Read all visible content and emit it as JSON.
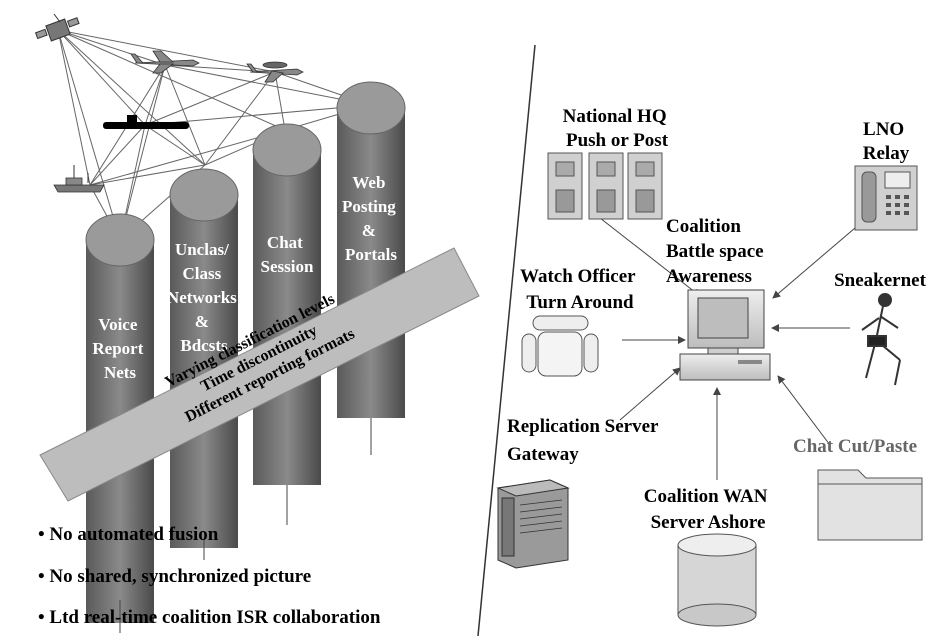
{
  "left_panel": {
    "pillars": [
      {
        "lines": [
          "Voice",
          "Report",
          "Nets"
        ]
      },
      {
        "lines": [
          "Unclas/",
          "Class",
          "Networks",
          "&",
          "Bdcsts"
        ]
      },
      {
        "lines": [
          "Chat",
          "Session"
        ]
      },
      {
        "lines": [
          "Web",
          "Posting",
          "&",
          "Portals"
        ]
      }
    ],
    "band_lines": [
      "Varying classification levels",
      "Time  discontinuity",
      "Different reporting formats"
    ],
    "bullets": [
      "• No automated fusion",
      "• No shared, synchronized picture",
      "• Ltd real-time coalition ISR collaboration"
    ]
  },
  "right_panel": {
    "center": {
      "lines": [
        "Coalition",
        "Battle space",
        "Awareness"
      ]
    },
    "nodes": [
      {
        "id": "national-hq",
        "lines": [
          "National HQ",
          "Push or Post"
        ]
      },
      {
        "id": "lno-relay",
        "lines": [
          "LNO",
          "Relay"
        ]
      },
      {
        "id": "watch-officer",
        "lines": [
          "Watch Officer",
          "Turn Around"
        ]
      },
      {
        "id": "sneakernet",
        "lines": [
          "Sneakernet"
        ]
      },
      {
        "id": "replication-server",
        "lines": [
          "Replication Server",
          "Gateway"
        ]
      },
      {
        "id": "coalition-wan",
        "lines": [
          "Coalition WAN",
          "Server Ashore"
        ]
      },
      {
        "id": "chat-cut-paste",
        "lines": [
          "Chat Cut/Paste"
        ]
      }
    ]
  }
}
